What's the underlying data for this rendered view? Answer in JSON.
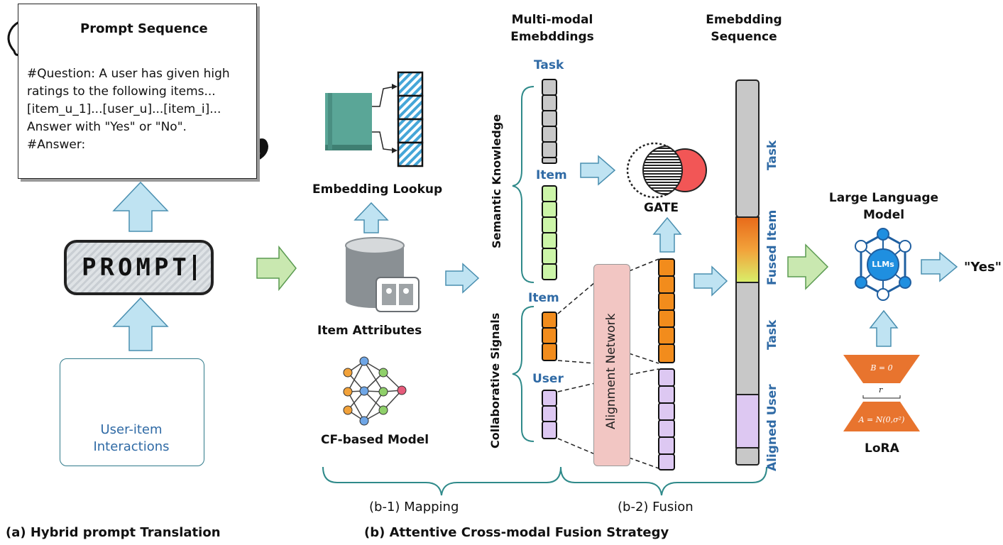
{
  "prompt_panel": {
    "title": "Prompt Sequence",
    "lines": [
      "#Question: A user has given high",
      "ratings to the following items...",
      "[item_u_1]...[user_u]...[item_i]...",
      "Answer with \"Yes\" or \"No\".",
      "#Answer:"
    ]
  },
  "prompt_button_label": "PROMPT",
  "interactions_label": [
    "User-item",
    "Interactions"
  ],
  "mapping": {
    "embedding_lookup": "Embedding Lookup",
    "item_attributes": "Item Attributes",
    "cf_model": "CF-based Model"
  },
  "multimodal": {
    "header": [
      "Multi-modal",
      "Emebddings"
    ],
    "task": "Task",
    "item_semantic": "Item",
    "item_cf": "Item",
    "user": "User",
    "semantic_knowledge": "Semantic Knowledge",
    "collaborative_signals": "Collaborative Signals"
  },
  "alignment_network": "Alignment Network",
  "gate": "GATE",
  "sequence": {
    "header": [
      "Emebdding",
      "Sequence"
    ],
    "labels": [
      "Task",
      "Fused Item",
      "Task",
      "Aligned User"
    ]
  },
  "llm": {
    "title": [
      "Large Language",
      "Model"
    ],
    "node": "LLMs",
    "output": "\"Yes\""
  },
  "lora": {
    "label": "LoRA",
    "b_eq": "B = 0",
    "a_eq": "A = N(0,σ²)",
    "r": "r"
  },
  "brackets": {
    "mapping": "(b-1) Mapping",
    "fusion": "(b-2) Fusion"
  },
  "captions": {
    "a": "(a) Hybrid prompt Translation",
    "b": "(b) Attentive Cross-modal Fusion Strategy"
  },
  "colors": {
    "arrow_blue": "#bfe3f2",
    "arrow_green": "#c9e8b0",
    "task_gray": "#c8c8c8",
    "item_green": "#ccf5a8",
    "cf_orange": "#f28c1c",
    "user_lilac": "#ddc8f2",
    "align_pink": "#f2c6c3",
    "gate_red": "#f25656",
    "llm_blue": "#1f8fe0",
    "lora_orange": "#e8742e",
    "label_blue": "#2f6aa5"
  }
}
